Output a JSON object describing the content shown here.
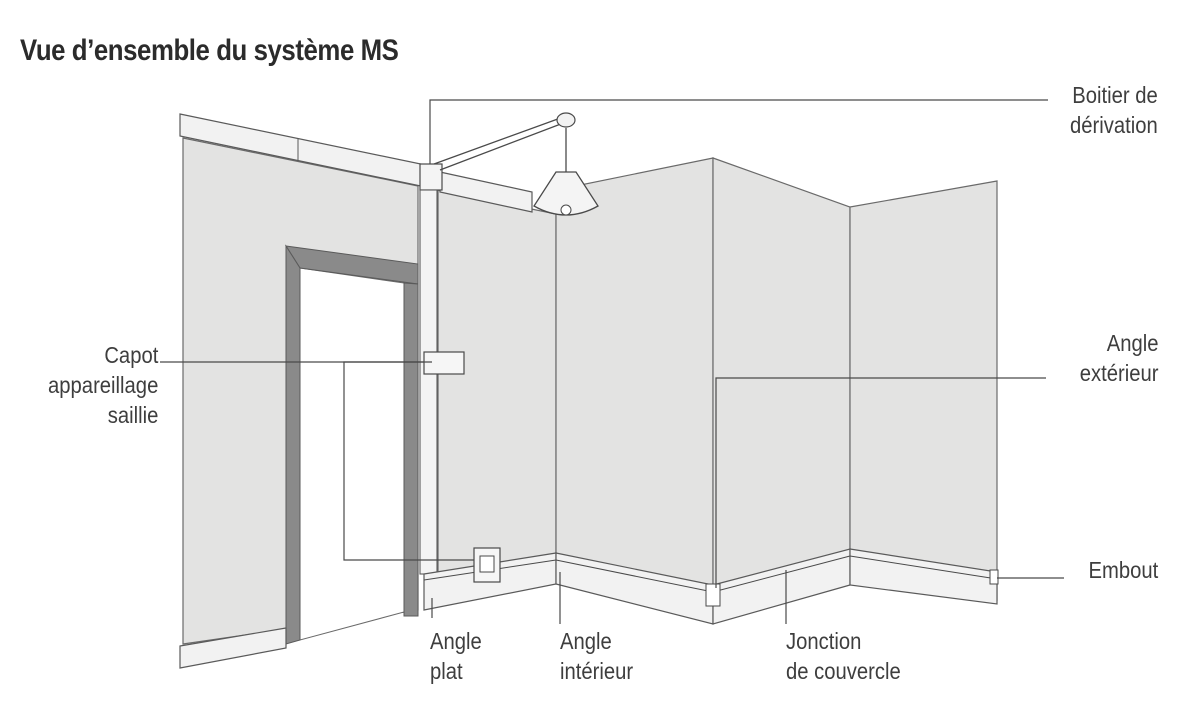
{
  "title": "Vue d’ensemble du système MS",
  "labels": {
    "boitier": [
      "Boitier de",
      "dérivation"
    ],
    "capot": [
      "Capot",
      "appareillage",
      "saillie"
    ],
    "angle_exterieur": [
      "Angle",
      "extérieur"
    ],
    "embout": [
      "Embout"
    ],
    "angle_plat": [
      "Angle",
      "plat"
    ],
    "angle_interieur": [
      "Angle",
      "intérieur"
    ],
    "jonction": [
      "Jonction",
      "de couvercle"
    ]
  },
  "colors": {
    "wall": "#e3e3e2",
    "frame": "#8a8a8a",
    "line": "#4a4a4a",
    "text": "#3e3e3e"
  }
}
